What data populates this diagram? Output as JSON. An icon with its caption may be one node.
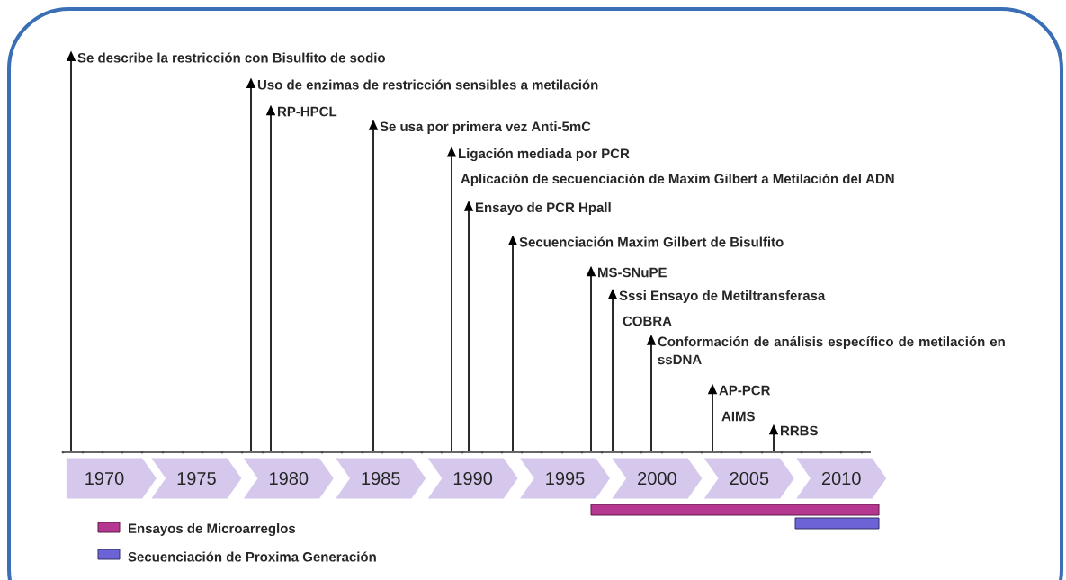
{
  "diagram": {
    "nodes": [
      {
        "text": [
          "Se describe la restricción con Bisulfito de sodio"
        ]
      },
      {
        "text": [
          "Uso de enzimas de restricción sensibles a metilación"
        ]
      },
      {
        "text": [
          "RP-HPCL"
        ]
      },
      {
        "text": [
          "Se usa por primera vez Anti-5mC"
        ]
      },
      {
        "text": [
          "Ligación mediada por PCR"
        ]
      },
      {
        "text": [
          "Ensayo de PCR Hpall"
        ]
      },
      {
        "text": [
          "Secuenciación Maxim Gilbert de Bisulfito"
        ]
      },
      {
        "text": [
          "MS-SNuPE"
        ]
      },
      {
        "text": [
          "Sssi Ensayo de Metiltransferasa"
        ]
      },
      {
        "text": [
          "Conformación de análisis específico de metilación en ssDNA"
        ]
      },
      {
        "text": [
          "AP-PCR"
        ]
      },
      {
        "text": [
          "RRBS"
        ]
      },
      {
        "text": [],
        "shape": "bar"
      },
      {
        "text": [],
        "shape": "bar"
      },
      {
        "text": [],
        "shape": "bar"
      }
    ],
    "edges": [
      {
        "from": 12,
        "to": 0,
        "arrow": "to"
      },
      {
        "from": 12,
        "to": 1,
        "arrow": "to"
      },
      {
        "from": 12,
        "to": 2,
        "arrow": "to"
      },
      {
        "from": 12,
        "to": 3,
        "arrow": "to"
      },
      {
        "from": 12,
        "to": 4,
        "arrow": "to"
      },
      {
        "from": 12,
        "to": 5,
        "arrow": "to"
      },
      {
        "from": 12,
        "to": 6,
        "arrow": "to"
      },
      {
        "from": 12,
        "to": 7,
        "arrow": "to"
      },
      {
        "from": 12,
        "to": 8,
        "arrow": "to"
      },
      {
        "from": 12,
        "to": 9,
        "arrow": "to"
      },
      {
        "from": 12,
        "to": 10,
        "arrow": "to"
      },
      {
        "from": 12,
        "to": 11,
        "arrow": "to"
      }
    ],
    "labels": [
      "Aplicación de secuenciación de Maxim Gilbert a Metilación del ADN",
      "COBRA",
      "AIMS",
      "1970",
      "1975",
      "1980",
      "1985",
      "1990",
      "1995",
      "2000",
      "2005",
      "2010"
    ],
    "legend": [
      {
        "text": "Ensayos de Microarreglos",
        "color": "#b5378f"
      },
      {
        "text": "Secuenciación de Proxima Generación",
        "color": "#6b63d6"
      }
    ]
  }
}
